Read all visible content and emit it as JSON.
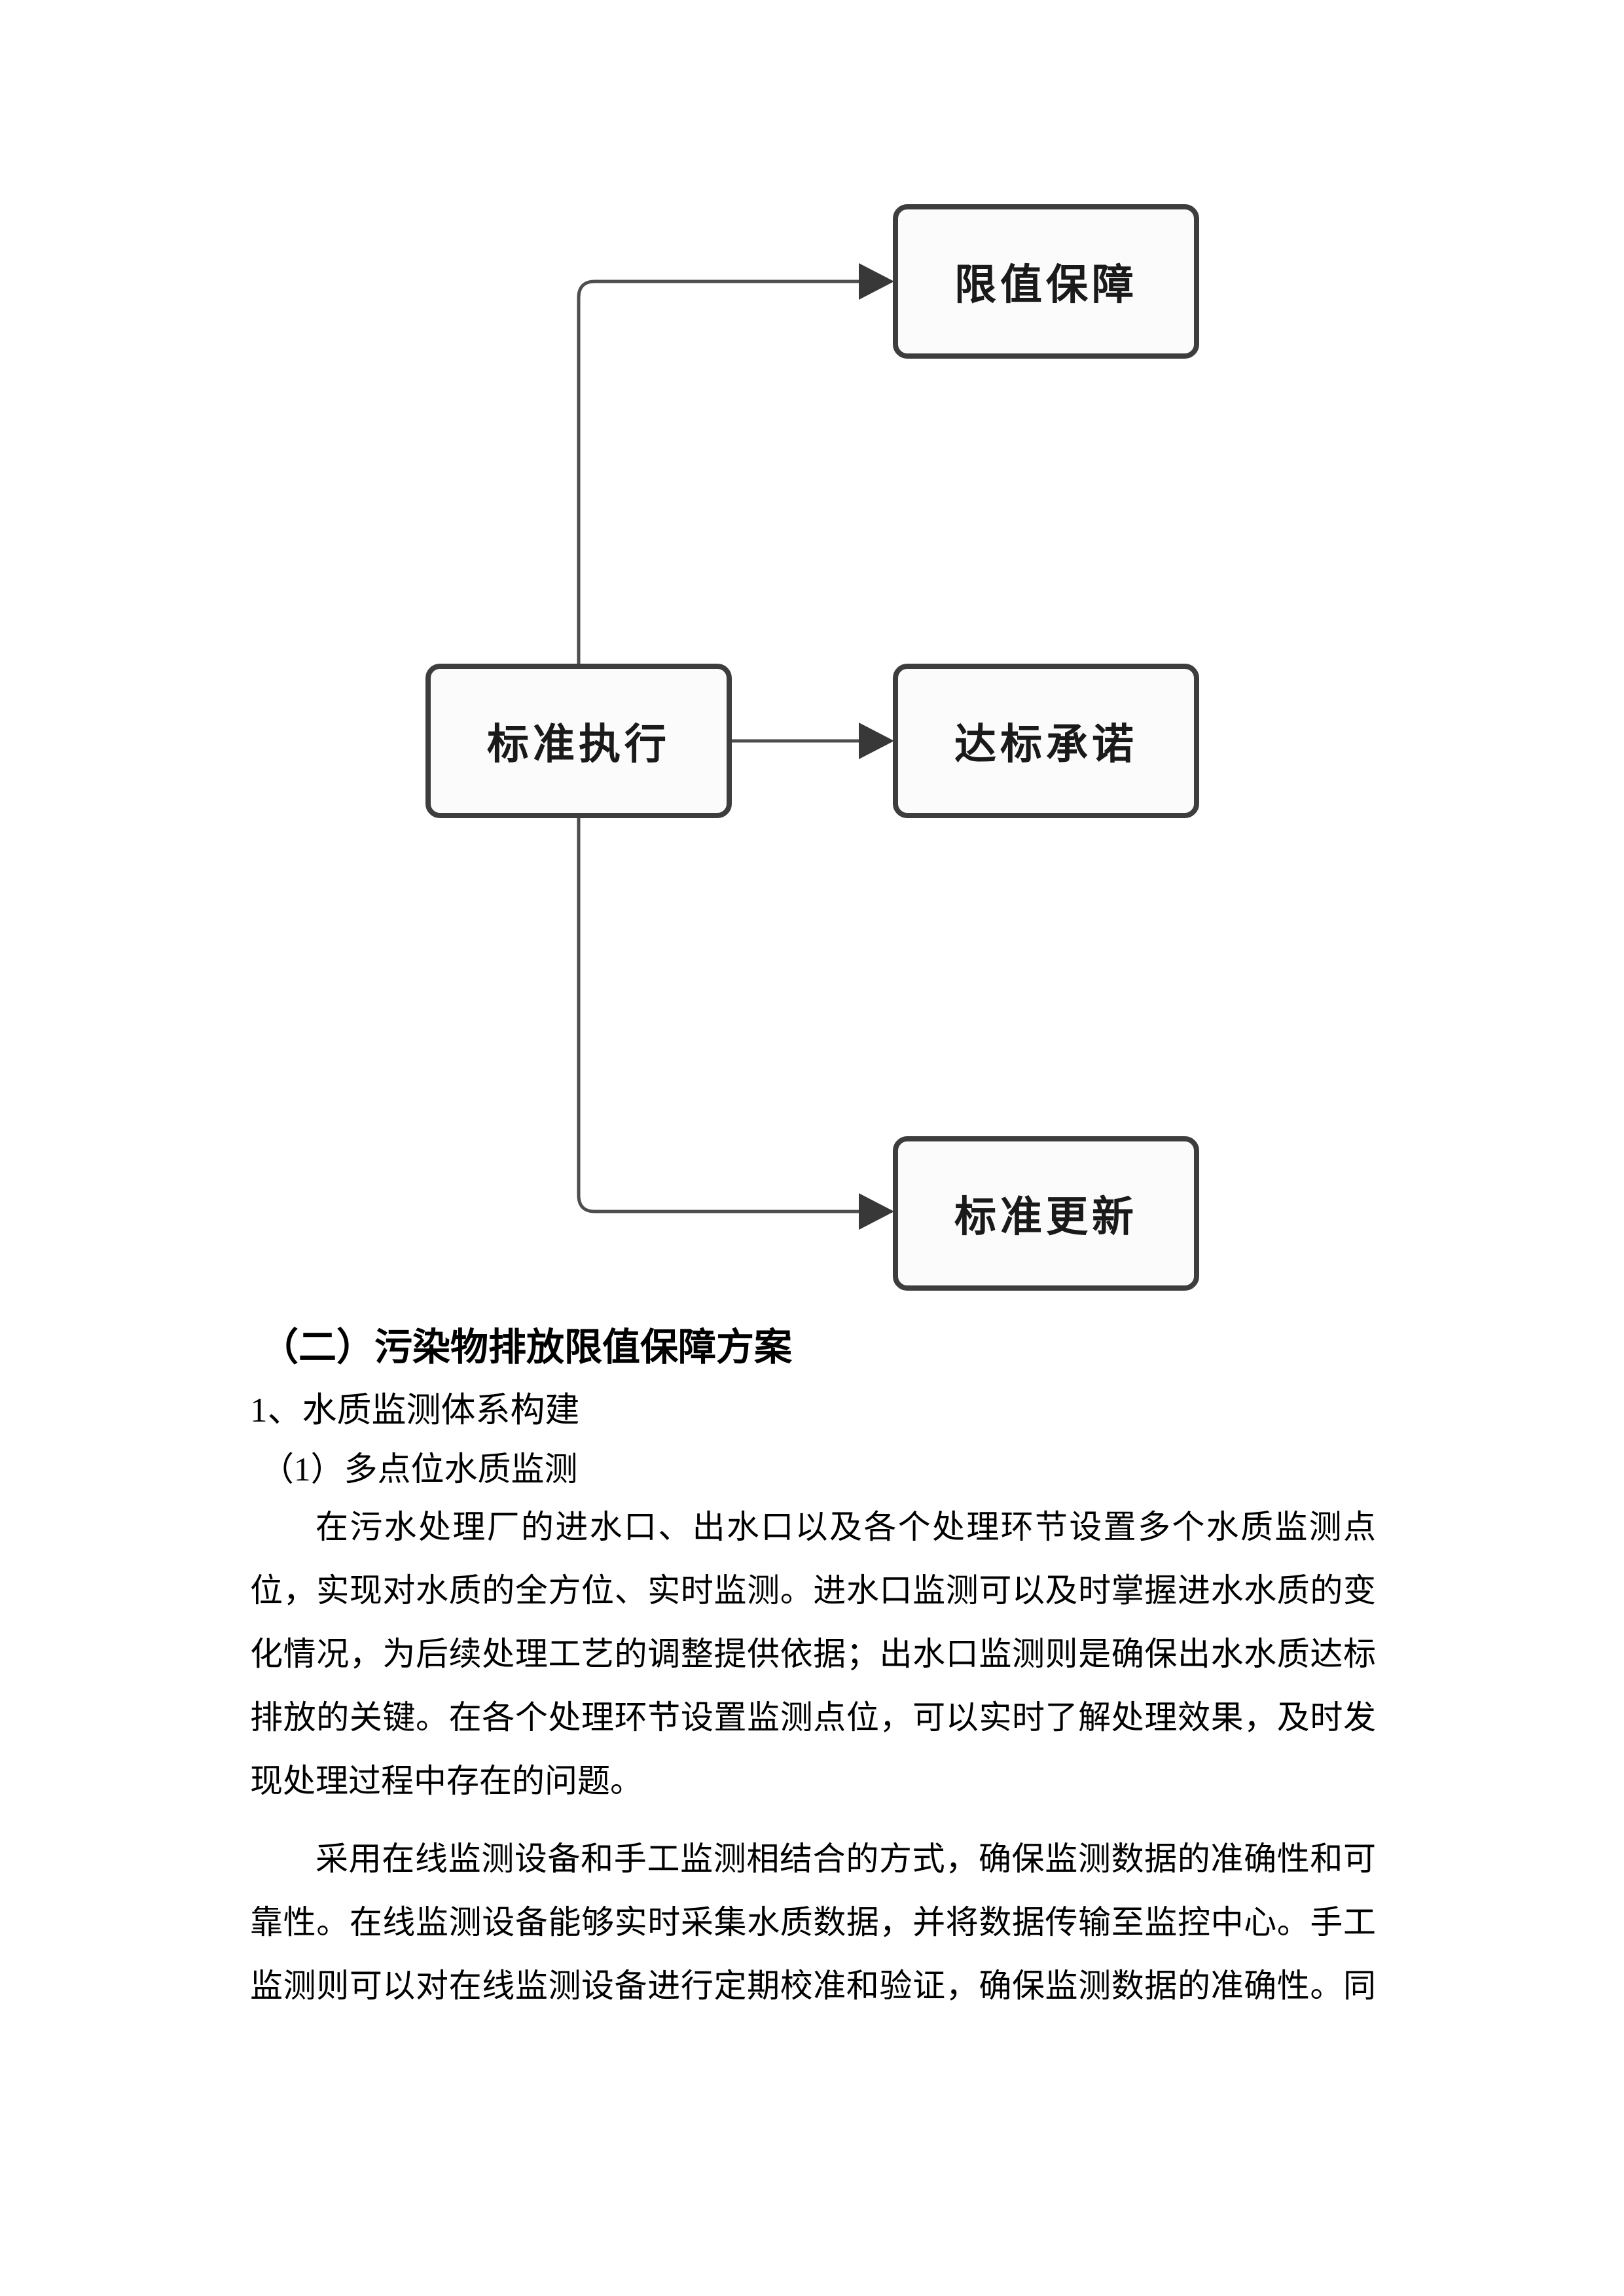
{
  "document": {
    "flowchart": {
      "center_node": {
        "label": "标准执行"
      },
      "branch_nodes": [
        {
          "label": "限值保障"
        },
        {
          "label": "达标承诺"
        },
        {
          "label": "标准更新"
        }
      ],
      "edges": [
        {
          "from": "标准执行",
          "to": "限值保障"
        },
        {
          "from": "标准执行",
          "to": "达标承诺"
        },
        {
          "from": "标准执行",
          "to": "标准更新"
        }
      ],
      "colors": {
        "node_fill": "#fbfbfb",
        "node_border": "#3d3d3d",
        "connector": "#4d4d4d",
        "label": "#1a1a1a"
      }
    },
    "heading_section": "（二）污染物排放限值保障方案",
    "heading_sub": "1、水质监测体系构建",
    "heading_item": "（1）多点位水质监测",
    "paragraph1_lines": [
      "在污水处理厂的进水口、出水口以及各个处理环节设置多个水质监测点",
      "位，实现对水质的全方位、实时监测。进水口监测可以及时掌握进水水质的变",
      "化情况，为后续处理工艺的调整提供依据；出水口监测则是确保出水水质达标",
      "排放的关键。在各个处理环节设置监测点位，可以实时了解处理效果，及时发",
      "现处理过程中存在的问题。"
    ],
    "paragraph2_lines": [
      "采用在线监测设备和手工监测相结合的方式，确保监测数据的准确性和可",
      "靠性。在线监测设备能够实时采集水质数据，并将数据传输至监控中心。手工",
      "监测则可以对在线监测设备进行定期校准和验证，确保监测数据的准确性。同"
    ]
  }
}
